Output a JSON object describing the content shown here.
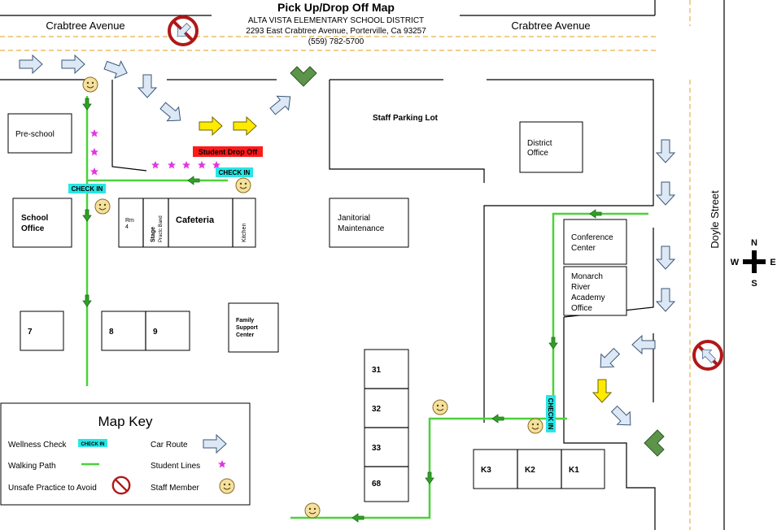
{
  "header": {
    "title": "Pick Up/Drop Off Map",
    "district": "ALTA VISTA ELEMENTARY SCHOOL DISTRICT",
    "address": "2293 East Crabtree Avenue, Porterville, Ca 93257",
    "phone": "(559) 782-5700"
  },
  "streets": {
    "top_left": "Crabtree Avenue",
    "top_right": "Crabtree Avenue",
    "right": "Doyle Street"
  },
  "compass": {
    "n": "N",
    "s": "S",
    "e": "E",
    "w": "W"
  },
  "labels": {
    "staff_parking": "Staff Parking Lot",
    "student_drop_off": "Student Drop Off",
    "check_in": "CHECK IN"
  },
  "buildings": {
    "preschool": "Pre-school",
    "school_office_1": "School",
    "school_office_2": "Office",
    "rm4_1": "Rm",
    "rm4_2": "4",
    "stage": "Stage",
    "practice_band": "Practc Band",
    "cafeteria": "Cafeteria",
    "kitchen": "Kitchen",
    "janitorial_1": "Janitorial",
    "janitorial_2": "Maintenance",
    "district_1": "District",
    "district_2": "Office",
    "conference_1": "Conference",
    "conference_2": "Center",
    "monarch_1": "Monarch",
    "monarch_2": "River",
    "monarch_3": "Academy",
    "monarch_4": "Office",
    "family_1": "Family",
    "family_2": "Support",
    "family_3": "Center",
    "r7": "7",
    "r8": "8",
    "r9": "9",
    "r31": "31",
    "r32": "32",
    "r33": "33",
    "r68": "68",
    "k3": "K3",
    "k2": "K2",
    "k1": "K1"
  },
  "key": {
    "title": "Map Key",
    "wellness": "Wellness Check",
    "walking": "Walking Path",
    "unsafe": "Unsafe Practice to Avoid",
    "car_route": "Car Route",
    "student_lines": "Student Lines",
    "staff": "Staff Member"
  },
  "colors": {
    "walking_path": "#4cd13a",
    "car_route": "#dce8f6",
    "check_in": "#29e6e6",
    "drop_off": "#ff1a1a",
    "student_lines": "#e037e0",
    "street_line": "#e8b04a",
    "pickup_arrow": "#5c944a",
    "yellow_arrow": "#ffea00"
  }
}
